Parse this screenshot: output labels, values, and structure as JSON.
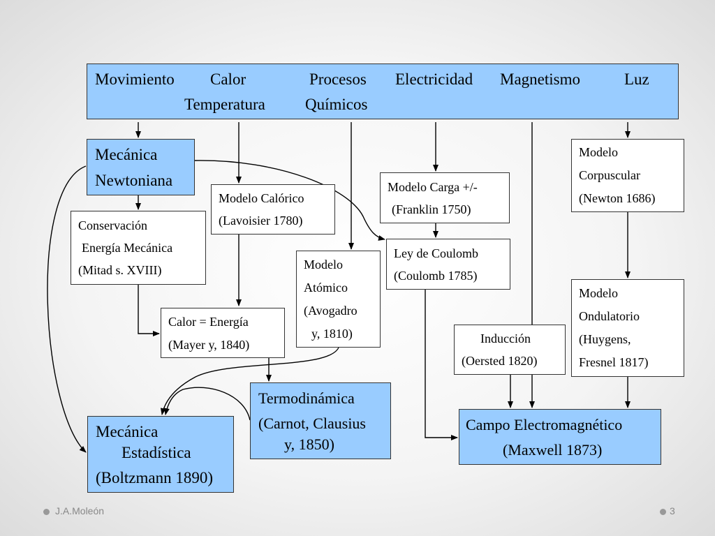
{
  "top_box": {
    "line1": [
      "Movimiento",
      "Calor",
      "Procesos",
      "Electricidad",
      "Magnetismo",
      "Luz"
    ],
    "line2": [
      "Temperatura",
      "Químicos"
    ]
  },
  "nodes": {
    "mecanica_newtoniana": [
      "Mecánica",
      "Newtoniana"
    ],
    "modelo_calorico": [
      "Modelo Calórico",
      "(Lavoisier 1780)"
    ],
    "modelo_carga": [
      "Modelo Carga +/-",
      "(Franklin 1750)"
    ],
    "modelo_corpuscular": [
      "Modelo",
      "Corpuscular",
      "(Newton 1686)"
    ],
    "conservacion": [
      "Conservación",
      "Energía Mecánica",
      "(Mitad  s. XVIII)"
    ],
    "ley_coulomb": [
      "Ley de Coulomb",
      "(Coulomb 1785)"
    ],
    "modelo_atomico": [
      "Modelo",
      "Atómico",
      "(Avogadro",
      "y, 1810)"
    ],
    "modelo_ondulatorio": [
      "Modelo",
      "Ondulatorio",
      "(Huygens,",
      "Fresnel  1817)"
    ],
    "calor_energia": [
      "Calor = Energía",
      "(Mayer y, 1840)"
    ],
    "induccion": [
      "Inducción",
      "(Oersted 1820)"
    ],
    "termodinamica": [
      "Termodinámica",
      "(Carnot, Clausius",
      "y, 1850)"
    ],
    "campo_electromagnetico": [
      "Campo Electromagnético",
      "(Maxwell 1873)"
    ],
    "mecanica_estadistica": [
      "Mecánica",
      "Estadística",
      "(Boltzmann 1890)"
    ]
  },
  "footer": {
    "author": "J.A.Moleón",
    "page_number": "3"
  },
  "colors": {
    "box_blue": "#99ccff",
    "box_white": "#ffffff",
    "border": "#333333",
    "footer_text": "#888888"
  }
}
